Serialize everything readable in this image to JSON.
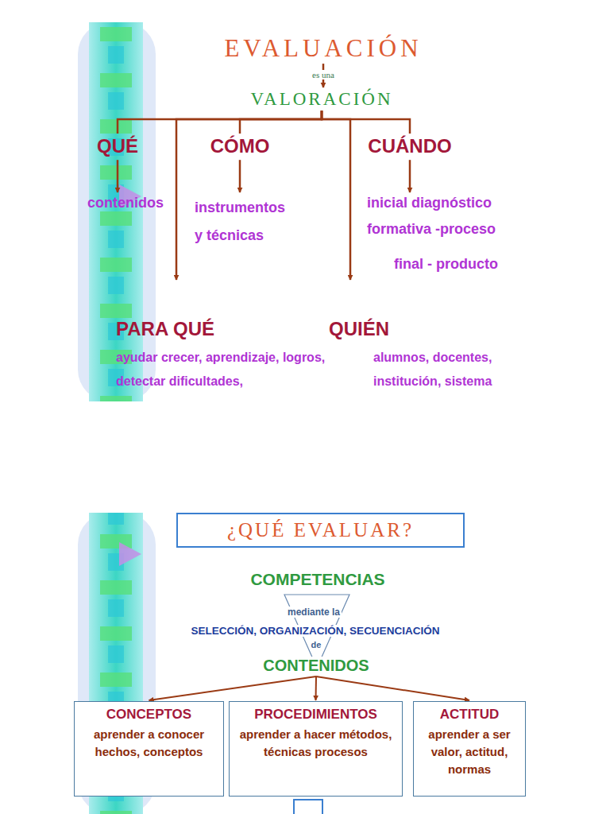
{
  "diagram": {
    "nodes": [
      {
        "text": [
          "EVALUACIÓN"
        ]
      },
      {
        "text": [
          "VALORACIÓN"
        ]
      },
      {
        "text": [
          "QUÉ"
        ]
      },
      {
        "text": [
          "CÓMO"
        ]
      },
      {
        "text": [
          "CUÁNDO"
        ]
      },
      {
        "text": [
          "contenidos"
        ]
      },
      {
        "text": [
          "instrumentos y técnicas"
        ]
      },
      {
        "text": [
          "inicial diagnóstico",
          "formativa -proceso",
          "final - producto"
        ]
      },
      {
        "text": [
          "PARA QUÉ",
          "ayudar crecer, aprendizaje, logros, detectar dificultades,"
        ]
      },
      {
        "text": [
          "QUIÉN",
          "alumnos, docentes, institución, sistema"
        ]
      },
      {
        "text": [
          "¿QUÉ EVALUAR?"
        ]
      },
      {
        "text": [
          "COMPETENCIAS"
        ]
      },
      {
        "text": [
          "CONTENIDOS"
        ]
      },
      {
        "text": [
          "CONCEPTOS",
          "aprender a conocer hechos, conceptos"
        ]
      },
      {
        "text": [
          "PROCEDIMIENTOS",
          "aprender a hacer métodos, técnicas procesos"
        ]
      },
      {
        "text": [
          "ACTITUD",
          "aprender a ser valor, actitud, normas"
        ]
      }
    ],
    "edges": [
      {
        "from": 0,
        "to": 1,
        "label": "es una",
        "arrow": "to"
      },
      {
        "from": 1,
        "to": 2,
        "arrow": "none"
      },
      {
        "from": 1,
        "to": 3,
        "arrow": "none"
      },
      {
        "from": 1,
        "to": 4,
        "arrow": "none"
      },
      {
        "from": 1,
        "to": 8,
        "arrow": "to"
      },
      {
        "from": 1,
        "to": 9,
        "arrow": "to"
      },
      {
        "from": 2,
        "to": 5,
        "arrow": "to"
      },
      {
        "from": 3,
        "to": 6,
        "arrow": "to"
      },
      {
        "from": 4,
        "to": 7,
        "arrow": "to"
      },
      {
        "from": 12,
        "to": 13,
        "arrow": "to"
      },
      {
        "from": 12,
        "to": 14,
        "arrow": "to"
      },
      {
        "from": 12,
        "to": 15,
        "arrow": "to"
      }
    ],
    "labels": [
      "mediante la",
      "SELECCIÓN, ORGANIZACIÓN, SECUENCIACIÓN",
      "de"
    ]
  }
}
